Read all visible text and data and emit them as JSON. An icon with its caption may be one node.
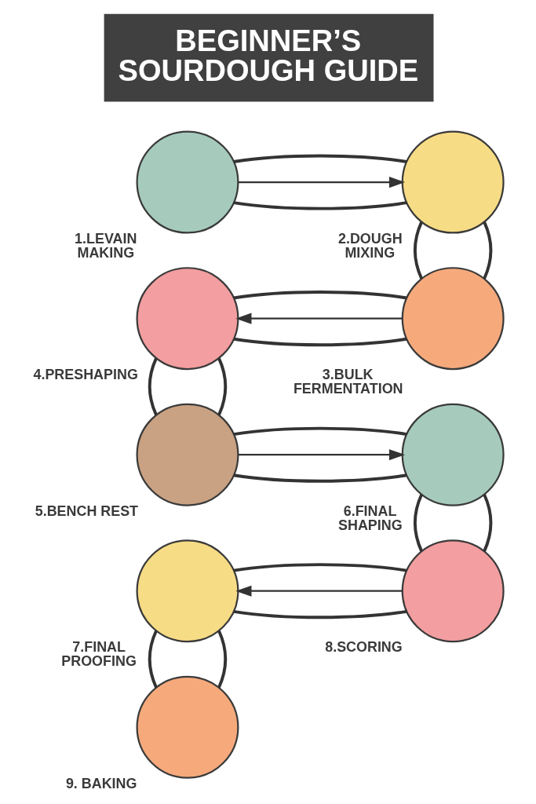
{
  "diagram": {
    "title": "BEGINNER’S SOURDOUGH GUIDE",
    "nodes": [
      {
        "text": [
          "1.LEVAIN MAKING"
        ]
      },
      {
        "text": [
          "2.DOUGH MIXING"
        ]
      },
      {
        "text": [
          "3.BULK FERMENTATION"
        ]
      },
      {
        "text": [
          "4.PRESHAPING"
        ]
      },
      {
        "text": [
          "5.BENCH REST"
        ]
      },
      {
        "text": [
          "6.FINAL SHAPING"
        ]
      },
      {
        "text": [
          "7.FINAL PROOFING"
        ]
      },
      {
        "text": [
          "8.SCORING"
        ]
      },
      {
        "text": [
          "9. BAKING"
        ]
      }
    ],
    "edges": [
      {
        "from": 0,
        "to": 1,
        "arrow": "none"
      },
      {
        "from": 0,
        "to": 1,
        "arrow": "to"
      },
      {
        "from": 0,
        "to": 1,
        "arrow": "none"
      },
      {
        "from": 1,
        "to": 2,
        "arrow": "none"
      },
      {
        "from": 1,
        "to": 2,
        "arrow": "none"
      },
      {
        "from": 2,
        "to": 3,
        "arrow": "none"
      },
      {
        "from": 2,
        "to": 3,
        "arrow": "to"
      },
      {
        "from": 2,
        "to": 3,
        "arrow": "none"
      },
      {
        "from": 3,
        "to": 4,
        "arrow": "none"
      },
      {
        "from": 3,
        "to": 4,
        "arrow": "none"
      },
      {
        "from": 4,
        "to": 5,
        "arrow": "none"
      },
      {
        "from": 4,
        "to": 5,
        "arrow": "to"
      },
      {
        "from": 4,
        "to": 5,
        "arrow": "none"
      },
      {
        "from": 5,
        "to": 7,
        "arrow": "none"
      },
      {
        "from": 5,
        "to": 7,
        "arrow": "none"
      },
      {
        "from": 7,
        "to": 6,
        "arrow": "none"
      },
      {
        "from": 7,
        "to": 6,
        "arrow": "to"
      },
      {
        "from": 7,
        "to": 6,
        "arrow": "none"
      },
      {
        "from": 6,
        "to": 8,
        "arrow": "none"
      },
      {
        "from": 6,
        "to": 8,
        "arrow": "none"
      }
    ]
  }
}
